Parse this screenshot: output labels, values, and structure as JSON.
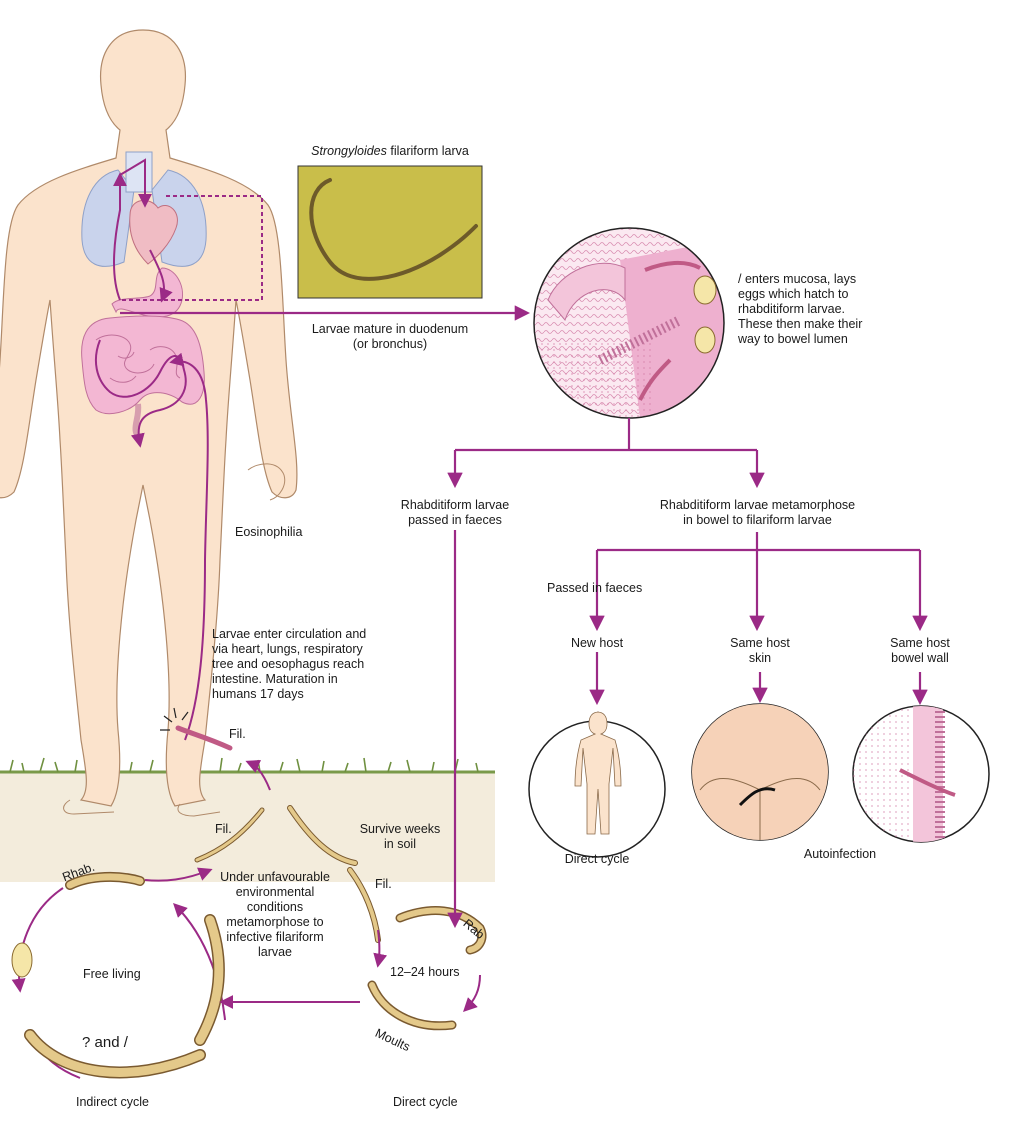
{
  "photo": {
    "caption_species": "Strongyloides",
    "caption_rest": " filariform larva"
  },
  "labels": {
    "mature": [
      "Larvae mature in duodenum",
      "(or bronchus)"
    ],
    "mucosa": [
      "/ enters mucosa, lays",
      "eggs which hatch to",
      "rhabditiform larvae.",
      "These then make their",
      "way to bowel lumen"
    ],
    "rhab_passed": [
      "Rhabditiform larvae",
      "passed in faeces"
    ],
    "metamorphose": [
      "Rhabditiform larvae metamorphose",
      "in bowel to filariform larvae"
    ],
    "passed_faeces": "Passed in faeces",
    "new_host": "New host",
    "same_host_skin": [
      "Same host",
      "skin"
    ],
    "same_host_bowel": [
      "Same host",
      "bowel wall"
    ],
    "direct_cycle_top": "Direct cycle",
    "autoinfection": "Autoinfection",
    "eosinophilia": "Eosinophilia",
    "circulation": [
      "Larvae enter circulation and",
      "via heart, lungs, respiratory",
      "tree and oesophagus reach",
      "intestine. Maturation in",
      "humans 17 days"
    ],
    "fil_skin": "Fil.",
    "fil_left": "Fil.",
    "fil_right": "Fil.",
    "survive": [
      "Survive weeks",
      "in soil"
    ],
    "rhab_left": "Rhab.",
    "rhab_right": "Rab",
    "unfavourable": [
      "Under unfavourable",
      "environmental",
      "conditions",
      "metamorphose to",
      "infective filariform",
      "larvae"
    ],
    "free_living": "Free living",
    "hours": "12–24 hours",
    "male_female": "? and /",
    "moults": "Moults",
    "indirect_cycle": "Indirect cycle",
    "direct_cycle_bottom": "Direct cycle"
  },
  "colors": {
    "arrow": "#9b2a86",
    "skin": "#fbe3cc",
    "skin_outline": "#b08a6a",
    "lung": "#c9d3ec",
    "gut": "#f3b7d3",
    "photo_bg": "#c9be4a",
    "tissue": "#f7d9e6",
    "soil": "#f3ecdc"
  }
}
